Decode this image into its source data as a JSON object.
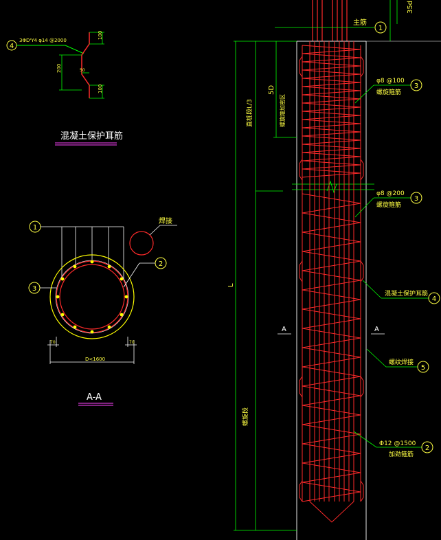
{
  "colors": {
    "background": "#000000",
    "rebar": "#ff2a2a",
    "dimension": "#00ff00",
    "text_yellow": "#ffff44",
    "text_white": "#ffffff",
    "outline": "#e8e8e8",
    "circle_yellow": "#ffff00",
    "section_title": "#ffffff"
  },
  "ear_detail": {
    "callout_number": "4",
    "spec": "3ΦD'Y4 φ14 @2000",
    "dim_top": "100",
    "dim_mid": "50",
    "dim_height": "200",
    "dim_bottom": "100",
    "title": "混凝土保护耳筋"
  },
  "section": {
    "callout_main_bar": "1",
    "callout_spiral": "3",
    "callout_stiffener": "2",
    "weld_label": "焊接",
    "dim_left_cover": "70",
    "dim_right_cover": "70",
    "dim_diameter": "D<1600",
    "title": "A-A"
  },
  "elevation": {
    "top_dim": "35d",
    "main_bar_label": "主筋",
    "callout_main_bar": "1",
    "dim_5d": "5D",
    "dense_zone_label": "螺旋箍加密区",
    "ratio_label": "直桩段L/3",
    "length_label": "L",
    "spiral_dense_spec": "φ8 @100",
    "spiral_dense_name": "螺旋箍筋",
    "callout_spiral_dense": "3",
    "spiral_spec": "φ8 @200",
    "spiral_name": "螺旋箍筋",
    "callout_spiral": "3",
    "section_mark_left": "A",
    "section_mark_right": "A",
    "ear_label": "混凝土保护耳筋",
    "callout_ear": "4",
    "weld_label": "螺纹焊接",
    "callout_weld": "5",
    "stiffener_spec": "Φ12 @1500",
    "stiffener_name": "加劲箍筋",
    "callout_stiffener": "2",
    "full_length_label": "螺旋段"
  }
}
